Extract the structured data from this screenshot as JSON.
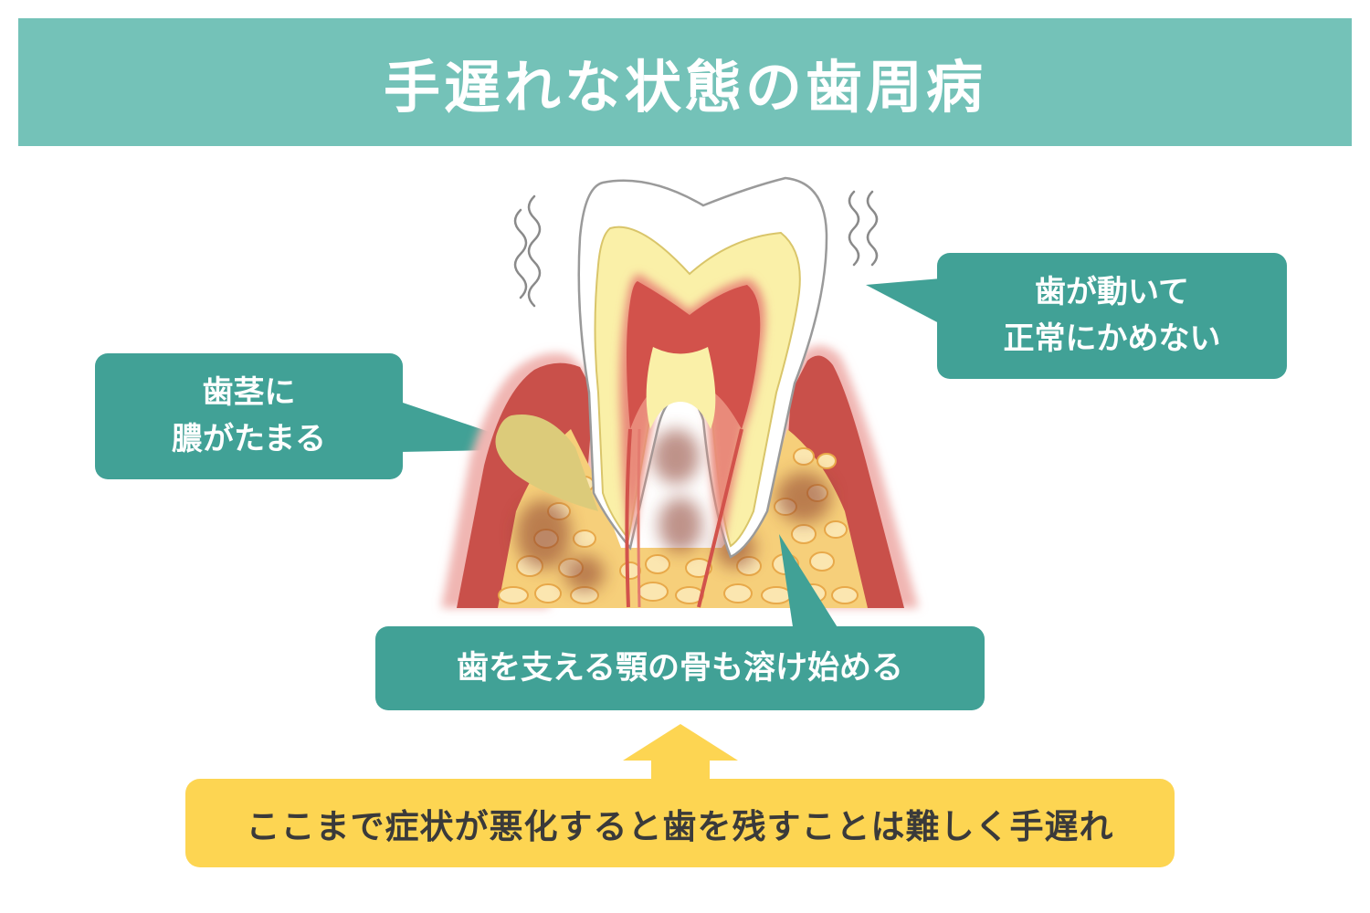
{
  "title": "手遅れな状態の歯周病",
  "callouts": {
    "pus": {
      "line1": "歯茎に",
      "line2": "膿がたまる"
    },
    "loose_tooth": {
      "line1": "歯が動いて",
      "line2": "正常にかめない"
    },
    "bone": {
      "text": "歯を支える顎の骨も溶け始める"
    }
  },
  "note": "ここまで症状が悪化すると歯を残すことは難しく手遅れ",
  "icons": {
    "tooth": "tooth-cross-section-icon",
    "shake": "wavy-motion-lines-icon",
    "arrow": "up-arrow-icon"
  },
  "colors": {
    "title_bg": "#74c2b8",
    "callout_bg": "#41a196",
    "note_bg": "#fdd552",
    "gum": "#c9504a",
    "bone": "#f6cf7a",
    "pus": "#dccb7a",
    "dentin": "#faf0a8",
    "pulp": "#d2524b"
  }
}
